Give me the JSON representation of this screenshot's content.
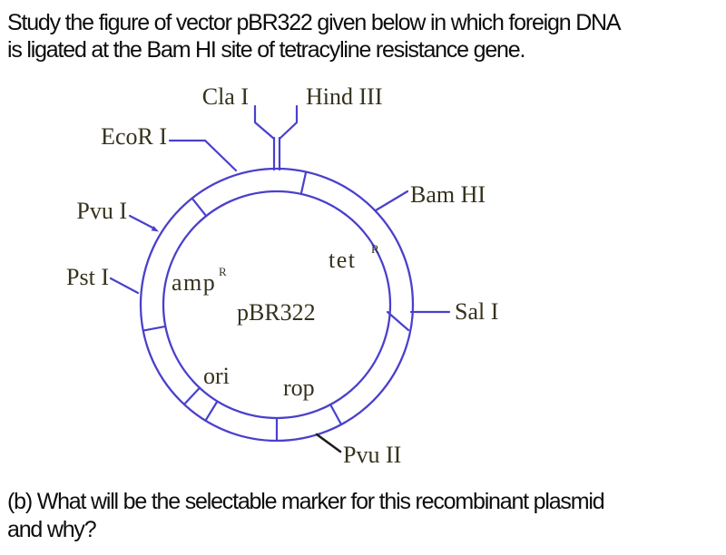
{
  "question": {
    "intro_line1": "Study the figure of vector pBR322 given below in which foreign DNA",
    "intro_line2": "is ligated at the Bam HI site of tetracyline resistance gene.",
    "part_b_line1": "(b) What will be the selectable marker for this recombinant plasmid",
    "part_b_line2": "and why?"
  },
  "diagram": {
    "type": "plasmid-restriction-map",
    "plasmid_name": "pBR322",
    "colors": {
      "ring": "#4a40cc",
      "label_text": "#35321d",
      "pvu2_leader": "#1c1c1c",
      "question_text": "#0d0d0d"
    },
    "sites": {
      "cla1": "Cla I",
      "hind3": "Hind III",
      "ecor1": "EcoR I",
      "pvu1": "Pvu I",
      "pst1": "Pst I",
      "bamh1": "Bam HI",
      "sal1": "Sal I",
      "pvu2": "Pvu II"
    },
    "genes": {
      "tet": "tet",
      "tet_sup": "R",
      "amp": "amp",
      "amp_sup": "R",
      "ori": "ori",
      "rop": "rop"
    }
  }
}
